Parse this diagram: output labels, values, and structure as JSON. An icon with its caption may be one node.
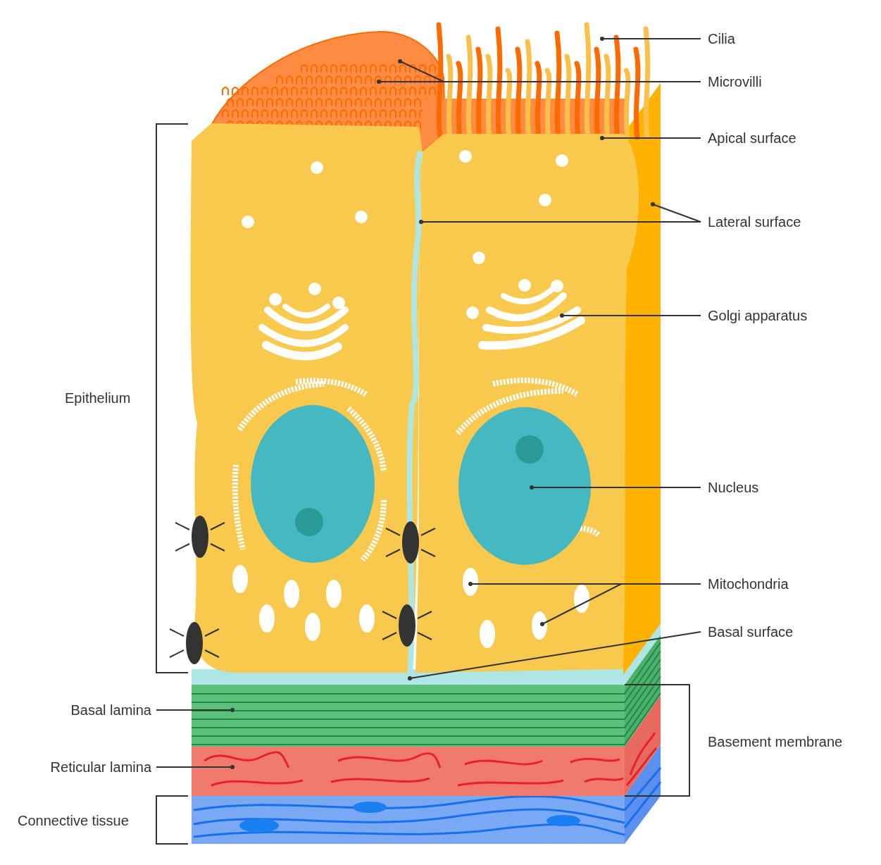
{
  "diagram": {
    "nodes": [
      {
        "text": [
          "Cilia"
        ]
      },
      {
        "text": [
          "Microvilli"
        ]
      },
      {
        "text": [
          "Apical surface"
        ]
      },
      {
        "text": [
          "Lateral surface"
        ]
      },
      {
        "text": [
          "Golgi apparatus"
        ]
      },
      {
        "text": [
          "Nucleus"
        ]
      },
      {
        "text": [
          "Mitochondria"
        ]
      },
      {
        "text": [
          "Basal surface"
        ]
      },
      {
        "text": [
          "Basal lamina"
        ]
      },
      {
        "text": [
          "Reticular lamina"
        ]
      }
    ],
    "edges": [
      {
        "from": 0,
        "to": null,
        "arrow": "other"
      },
      {
        "from": 1,
        "to": null,
        "arrow": "other"
      },
      {
        "from": 1,
        "to": null,
        "arrow": "other"
      },
      {
        "from": 2,
        "to": null,
        "arrow": "other"
      },
      {
        "from": 3,
        "to": null,
        "arrow": "other"
      },
      {
        "from": 3,
        "to": null,
        "arrow": "other"
      },
      {
        "from": 4,
        "to": null,
        "arrow": "other"
      },
      {
        "from": 5,
        "to": null,
        "arrow": "other"
      },
      {
        "from": 6,
        "to": null,
        "arrow": "other"
      },
      {
        "from": 6,
        "to": null,
        "arrow": "other"
      },
      {
        "from": 7,
        "to": null,
        "arrow": "other"
      },
      {
        "from": 8,
        "to": null,
        "arrow": "other"
      },
      {
        "from": 9,
        "to": null,
        "arrow": "other"
      }
    ],
    "labels": [
      "Epithelium",
      "Basement membrane",
      "Connective tissue"
    ]
  }
}
